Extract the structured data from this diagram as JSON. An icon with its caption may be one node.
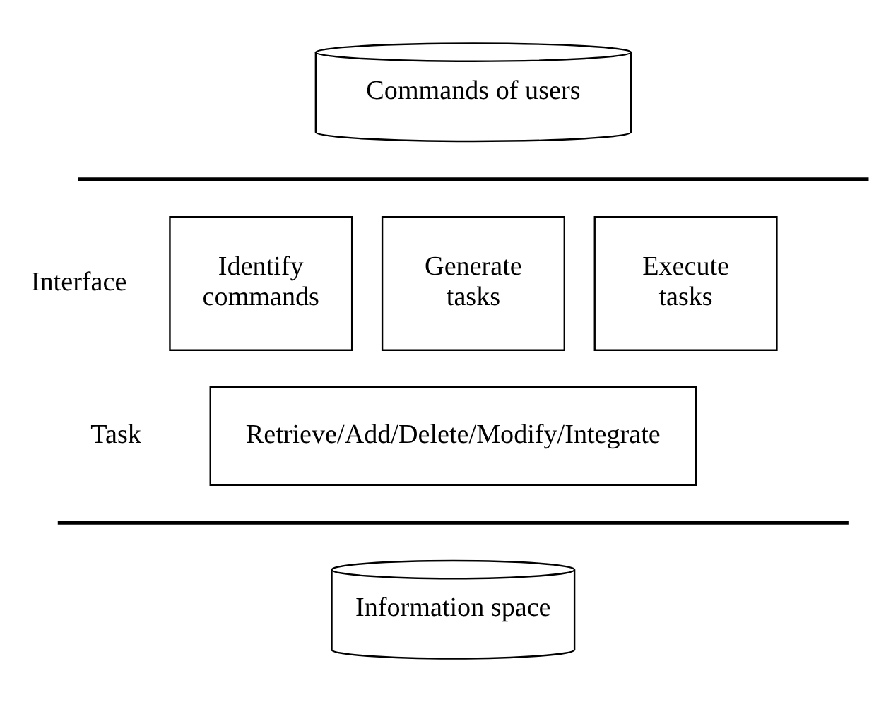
{
  "diagram": {
    "nodes": [
      {
        "text": [
          "Commands of users"
        ]
      },
      {
        "text": [
          "Identify commands"
        ]
      },
      {
        "text": [
          "Generate tasks"
        ]
      },
      {
        "text": [
          "Execute tasks"
        ]
      },
      {
        "text": [
          "Retrieve/Add/Delete/Modify/Integrate"
        ]
      },
      {
        "text": [
          "Information space"
        ]
      }
    ],
    "labels": [
      "Interface",
      "Task"
    ]
  }
}
